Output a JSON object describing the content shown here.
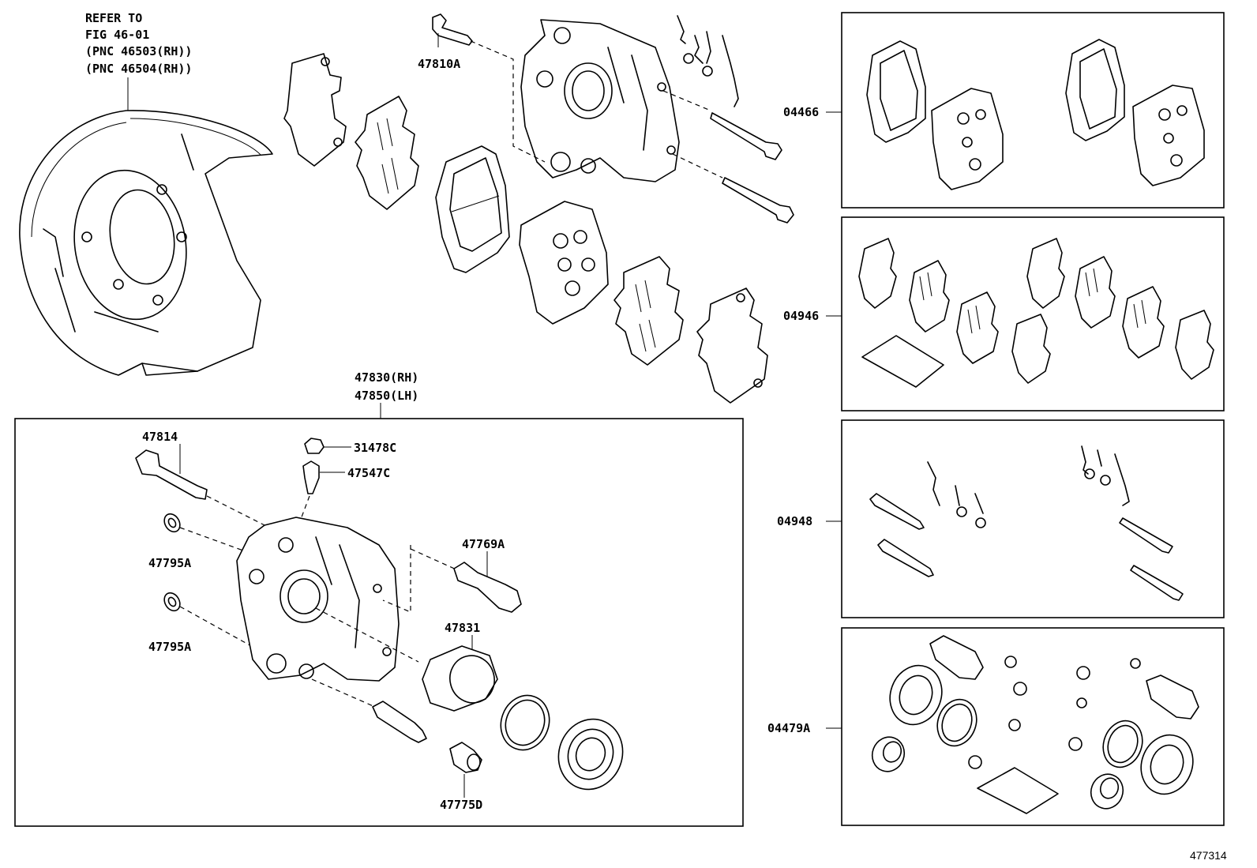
{
  "header_note": {
    "lines": [
      "REFER TO",
      "FIG 46-01",
      "(PNC 46503(RH))",
      "(PNC 46504(RH))"
    ]
  },
  "callouts": {
    "c47810A": "47810A",
    "c47830": "47830(RH)",
    "c47850": "47850(LH)",
    "c47814": "47814",
    "c31478C": "31478C",
    "c47547C": "47547C",
    "c47795A_1": "47795A",
    "c47795A_2": "47795A",
    "c47769A": "47769A",
    "c47831": "47831",
    "c47775D": "47775D",
    "k04466": "04466",
    "k04946": "04946",
    "k04948": "04948",
    "k04479A": "04479A"
  },
  "figure_id": "477314"
}
